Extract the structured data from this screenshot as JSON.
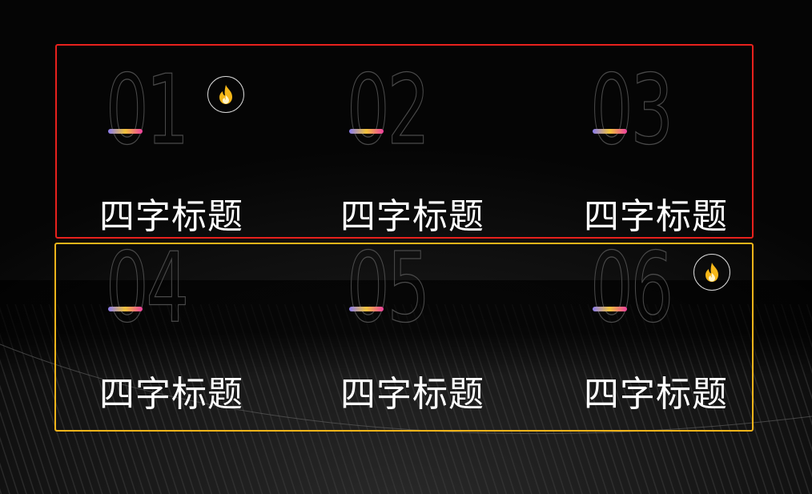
{
  "colors": {
    "background": "#050505",
    "top_frame": "#e8211d",
    "bottom_frame": "#f4b41a",
    "number_outline": "#4a4a4a",
    "title_text": "#ffffff",
    "flame": "#f5b718"
  },
  "rows": [
    {
      "frame_color": "#e8211d",
      "items": [
        {
          "number": "01",
          "title": "四字标题",
          "hot": true,
          "hot_icon": "flame-icon"
        },
        {
          "number": "02",
          "title": "四字标题",
          "hot": false
        },
        {
          "number": "03",
          "title": "四字标题",
          "hot": false
        }
      ]
    },
    {
      "frame_color": "#f4b41a",
      "items": [
        {
          "number": "04",
          "title": "四字标题",
          "hot": false
        },
        {
          "number": "05",
          "title": "四字标题",
          "hot": false
        },
        {
          "number": "06",
          "title": "四字标题",
          "hot": true,
          "hot_icon": "flame-icon"
        }
      ]
    }
  ]
}
